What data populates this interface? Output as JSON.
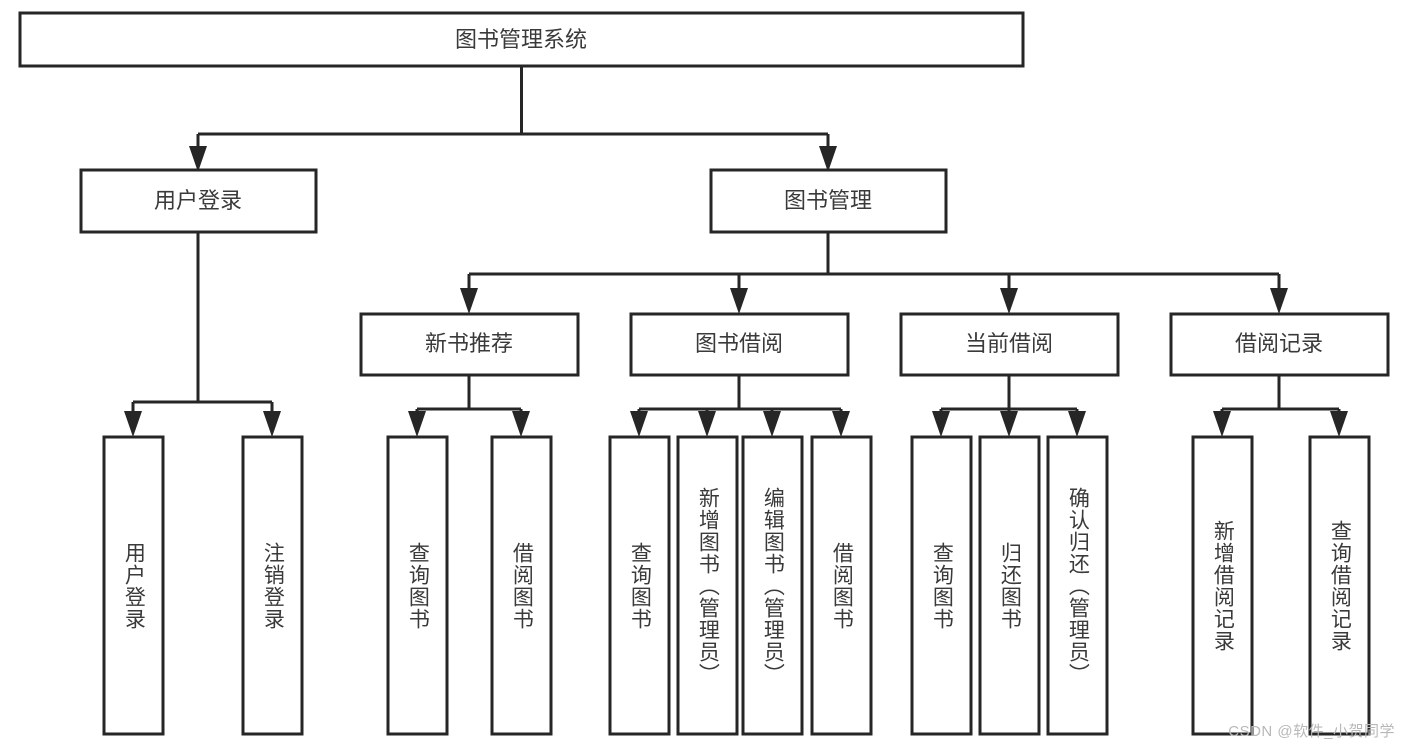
{
  "diagram": {
    "type": "tree-hierarchy-chart",
    "title": "图书管理系统",
    "watermark": "CSDN @软件_小贺同学",
    "colors": {
      "background": "#ffffff",
      "stroke": "#262626",
      "text": "#3a3a3a",
      "watermark": "#b8b8b8"
    },
    "root": {
      "id": "root",
      "label": "图书管理系统"
    },
    "level2": [
      {
        "id": "user-login",
        "label": "用户登录"
      },
      {
        "id": "book-manage",
        "label": "图书管理"
      }
    ],
    "level3": [
      {
        "id": "new-book-recommend",
        "label": "新书推荐",
        "parent": "book-manage"
      },
      {
        "id": "book-borrow",
        "label": "图书借阅",
        "parent": "book-manage"
      },
      {
        "id": "current-borrow",
        "label": "当前借阅",
        "parent": "book-manage"
      },
      {
        "id": "borrow-record",
        "label": "借阅记录",
        "parent": "book-manage"
      }
    ],
    "leaves": {
      "user-login": [
        {
          "id": "leaf-user-login",
          "label": "用户登录"
        },
        {
          "id": "leaf-logout",
          "label": "注销登录"
        }
      ],
      "new-book-recommend": [
        {
          "id": "leaf-query-book-1",
          "label": "查询图书"
        },
        {
          "id": "leaf-borrow-book-1",
          "label": "借阅图书"
        }
      ],
      "book-borrow": [
        {
          "id": "leaf-query-book-2",
          "label": "查询图书"
        },
        {
          "id": "leaf-add-book",
          "label": "新增图书（管理员）"
        },
        {
          "id": "leaf-edit-book",
          "label": "编辑图书（管理员）"
        },
        {
          "id": "leaf-borrow-book-2",
          "label": "借阅图书"
        }
      ],
      "current-borrow": [
        {
          "id": "leaf-query-book-3",
          "label": "查询图书"
        },
        {
          "id": "leaf-return-book",
          "label": "归还图书"
        },
        {
          "id": "leaf-confirm-return",
          "label": "确认归还（管理员）"
        }
      ],
      "borrow-record": [
        {
          "id": "leaf-add-record",
          "label": "新增借阅记录"
        },
        {
          "id": "leaf-query-record",
          "label": "查询借阅记录"
        }
      ]
    }
  }
}
